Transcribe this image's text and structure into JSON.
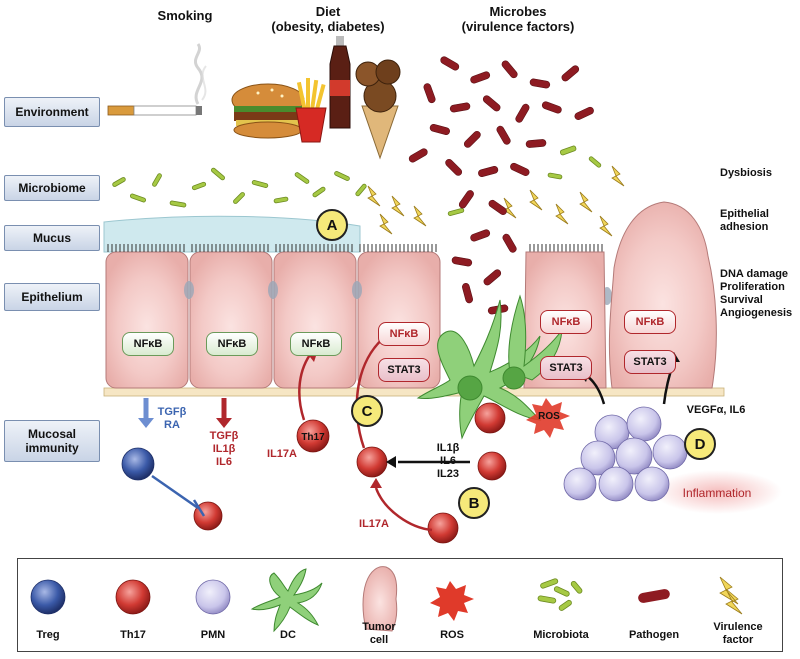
{
  "top_labels": {
    "smoking": "Smoking",
    "diet_line1": "Diet",
    "diet_line2": "(obesity, diabetes)",
    "microbes_line1": "Microbes",
    "microbes_line2": "(virulence factors)"
  },
  "layers": {
    "environment": "Environment",
    "microbiome": "Microbiome",
    "mucus": "Mucus",
    "epithelium": "Epithelium",
    "mucosal_line1": "Mucosal",
    "mucosal_line2": "immunity"
  },
  "right_labels": {
    "dysbiosis": "Dysbiosis",
    "epithelial_line1": "Epithelial",
    "epithelial_line2": "adhesion",
    "dna_damage": "DNA damage",
    "proliferation": "Proliferation",
    "survival": "Survival",
    "angiogenesis": "Angiogenesis"
  },
  "cell_boxes": {
    "nfkb": "NFκB",
    "stat3": "STAT3"
  },
  "step_labels": {
    "a": "A",
    "b": "B",
    "c": "C",
    "d": "D"
  },
  "cytokines": {
    "tgfb_blue": "TGFβ",
    "ra": "RA",
    "tgfb_red": "TGFβ",
    "il1b_red": "IL1β",
    "il6_red": "IL6",
    "il17a_left": "IL17A",
    "th17_cell": "Th17",
    "il1b": "IL1β",
    "il6": "IL6",
    "il23": "IL23",
    "il17a_bottom": "IL17A",
    "ros": "ROS",
    "vegf": "VEGFα, IL6",
    "inflammation": "Inflammation"
  },
  "legend": {
    "treg": "Treg",
    "th17": "Th17",
    "pmn": "PMN",
    "dc": "DC",
    "tumor_line1": "Tumor",
    "tumor_line2": "cell",
    "ros": "ROS",
    "microbiota": "Microbiota",
    "pathogen": "Pathogen",
    "virulence_line1": "Virulence",
    "virulence_line2": "factor"
  },
  "colors": {
    "treg": "#3b5aa8",
    "th17": "#c8322e",
    "pmn": "#b7b3dd",
    "dc": "#7cc46b",
    "pathogen": "#8e1b22",
    "microbiota": "#a6c944",
    "virulence": "#e3b43a",
    "mucus": "#cfe9ee",
    "epithelium": "#f3c9c6"
  }
}
